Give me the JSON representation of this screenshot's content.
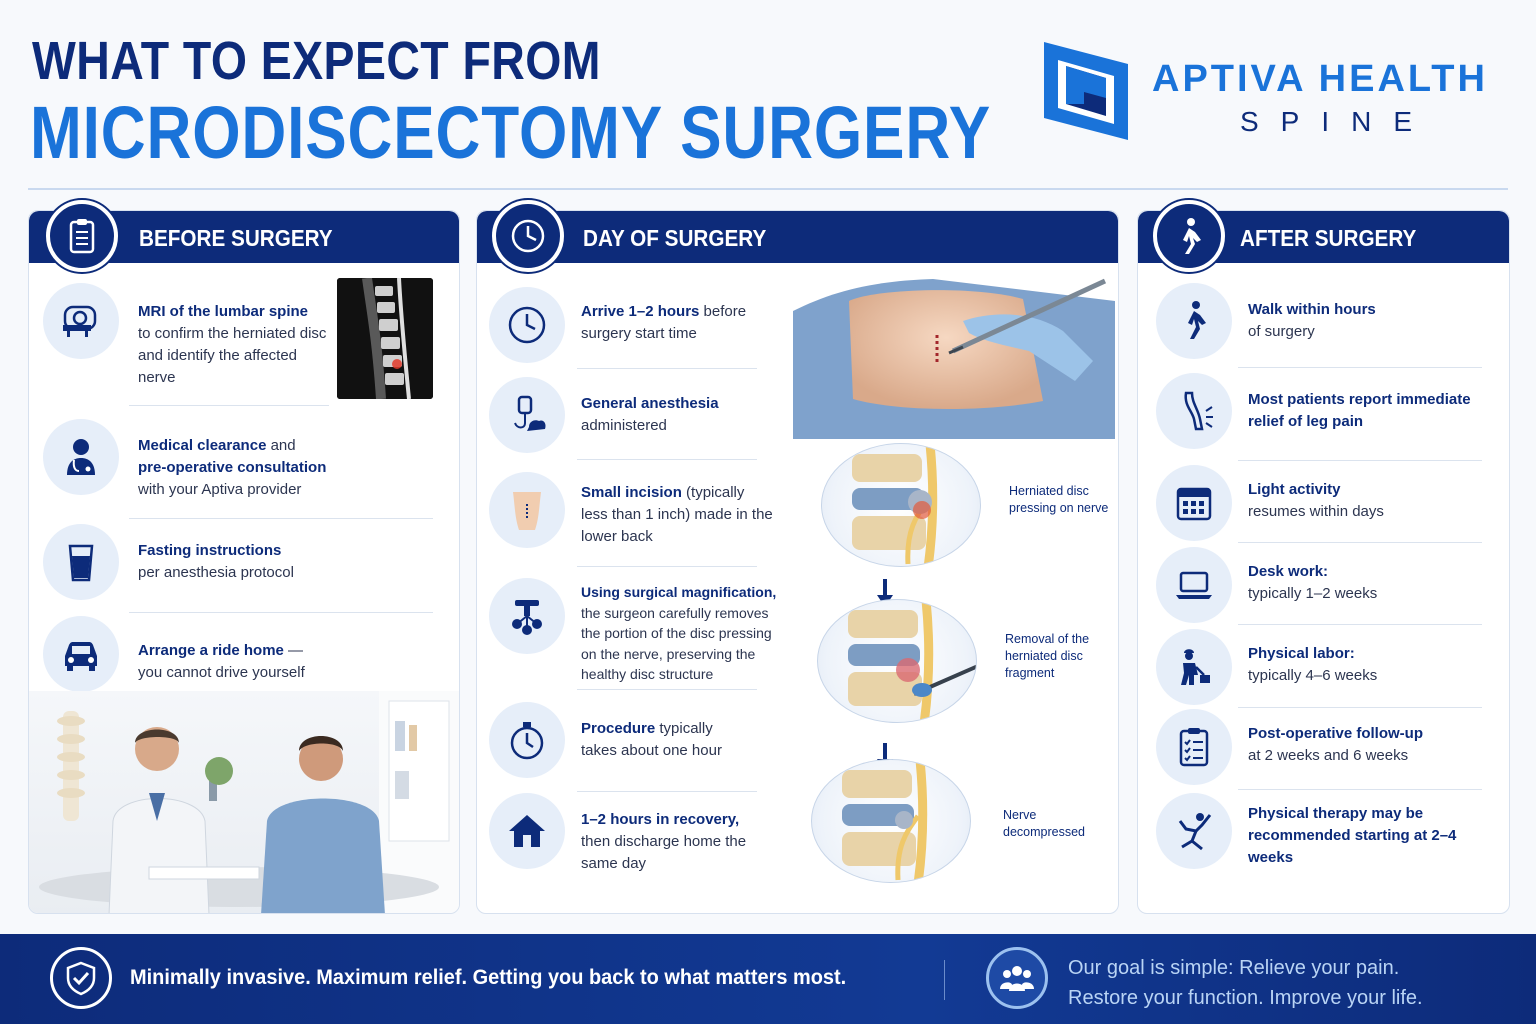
{
  "header": {
    "title_top": "WHAT TO EXPECT FROM",
    "title_main": "MICRODISCECTOMY SURGERY",
    "brand_name": "APTIVA HEALTH",
    "brand_sub": "SPINE"
  },
  "before": {
    "title": "BEFORE SURGERY",
    "items": [
      {
        "bold": "MRI of the lumbar spine",
        "text": "to confirm the herniated disc and identify the affected nerve"
      },
      {
        "bold1": "Medical clearance",
        "mid": " and ",
        "bold2": "pre-operative consultation",
        "text": "with your Aptiva provider"
      },
      {
        "bold": "Fasting instructions",
        "text": "per anesthesia protocol"
      },
      {
        "bold": "Arrange a ride home",
        "tail": " —",
        "text": "you cannot drive yourself"
      }
    ]
  },
  "day": {
    "title": "DAY OF SURGERY",
    "items": [
      {
        "bold": "Arrive 1–2 hours",
        "tail": " before",
        "text": "surgery start time"
      },
      {
        "bold": "General anesthesia",
        "text": "administered"
      },
      {
        "bold": "Small incision",
        "tail": " (typically",
        "text": "less than 1 inch) made in the lower back"
      },
      {
        "bold": "Using surgical magnification,",
        "text": "the surgeon carefully removes the portion of the disc pressing on the nerve, preserving the healthy disc structure"
      },
      {
        "bold": "Procedure",
        "tail": " typically",
        "text": "takes about one hour"
      },
      {
        "bold": "1–2 hours in recovery,",
        "text": "then discharge home the same day"
      }
    ],
    "illustrations": [
      {
        "label": "Herniated disc pressing on nerve"
      },
      {
        "label": "Removal of the herniated disc fragment"
      },
      {
        "label": "Nerve decompressed"
      }
    ]
  },
  "after": {
    "title": "AFTER SURGERY",
    "items": [
      {
        "bold": "Walk within hours",
        "text": "of surgery"
      },
      {
        "bold": "Most patients report immediate relief of leg pain",
        "text": ""
      },
      {
        "bold": "Light activity",
        "text": "resumes within days"
      },
      {
        "bold": "Desk work:",
        "text": "typically 1–2 weeks"
      },
      {
        "bold": "Physical labor:",
        "text": "typically 4–6 weeks"
      },
      {
        "bold": "Post-operative follow-up",
        "text": "at 2 weeks and 6 weeks"
      },
      {
        "bold": "Physical therapy may be recommended starting at 2–4 weeks",
        "text": ""
      }
    ]
  },
  "footer": {
    "left": "Minimally invasive. Maximum relief. Getting you back to what matters most.",
    "right_line1": "Our goal is simple: Relieve your pain.",
    "right_line2": "Restore your function. Improve your life."
  },
  "colors": {
    "navy": "#0d2b7a",
    "accent_blue": "#1a73d9",
    "icon_bg": "#e6eef9"
  },
  "icons": [
    "clipboard-icon",
    "clock-icon",
    "walking-person-icon",
    "mri-scanner-icon",
    "doctor-icon",
    "glass-icon",
    "car-icon",
    "iv-bag-icon",
    "incision-icon",
    "microscope-icon",
    "stopwatch-icon",
    "house-icon",
    "leg-relief-icon",
    "calendar-icon",
    "laptop-icon",
    "worker-icon",
    "checklist-icon",
    "exercise-icon",
    "shield-check-icon",
    "people-group-icon"
  ]
}
